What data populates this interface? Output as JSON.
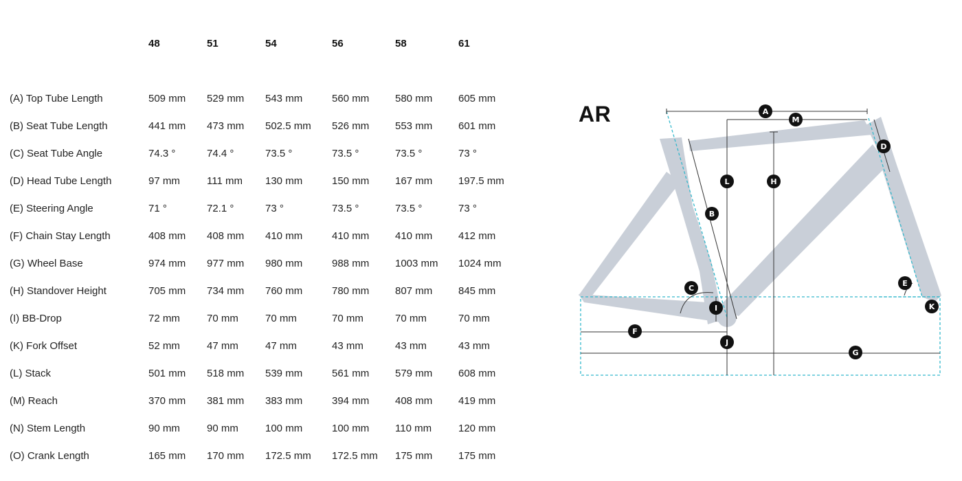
{
  "table": {
    "sizes": [
      "48",
      "51",
      "54",
      "56",
      "58",
      "61"
    ],
    "rows": [
      {
        "label": "(A) Top Tube Length",
        "values": [
          "509 mm",
          "529 mm",
          "543 mm",
          "560 mm",
          "580 mm",
          "605 mm"
        ]
      },
      {
        "label": "(B) Seat Tube Length",
        "values": [
          "441 mm",
          "473 mm",
          "502.5 mm",
          "526 mm",
          "553 mm",
          "601 mm"
        ]
      },
      {
        "label": "(C) Seat Tube Angle",
        "values": [
          "74.3 °",
          "74.4 °",
          "73.5 °",
          "73.5 °",
          "73.5 °",
          "73 °"
        ]
      },
      {
        "label": "(D) Head Tube Length",
        "values": [
          "97 mm",
          "111 mm",
          "130 mm",
          "150 mm",
          "167 mm",
          "197.5 mm"
        ]
      },
      {
        "label": "(E) Steering Angle",
        "values": [
          "71 °",
          "72.1 °",
          "73 °",
          "73.5 °",
          "73.5 °",
          "73 °"
        ]
      },
      {
        "label": "(F) Chain Stay Length",
        "values": [
          "408 mm",
          "408 mm",
          "410 mm",
          "410 mm",
          "410 mm",
          "412 mm"
        ]
      },
      {
        "label": "(G) Wheel Base",
        "values": [
          "974 mm",
          "977 mm",
          "980 mm",
          "988 mm",
          "1003 mm",
          "1024 mm"
        ]
      },
      {
        "label": "(H) Standover Height",
        "values": [
          "705 mm",
          "734 mm",
          "760 mm",
          "780 mm",
          "807 mm",
          "845 mm"
        ]
      },
      {
        "label": "(I) BB-Drop",
        "values": [
          "72 mm",
          "70 mm",
          "70 mm",
          "70 mm",
          "70 mm",
          "70 mm"
        ]
      },
      {
        "label": "(K) Fork Offset",
        "values": [
          "52 mm",
          "47 mm",
          "47 mm",
          "43 mm",
          "43 mm",
          "43 mm"
        ]
      },
      {
        "label": "(L) Stack",
        "values": [
          "501 mm",
          "518 mm",
          "539 mm",
          "561 mm",
          "579 mm",
          "608 mm"
        ]
      },
      {
        "label": "(M) Reach",
        "values": [
          "370 mm",
          "381 mm",
          "383 mm",
          "394 mm",
          "408 mm",
          "419 mm"
        ]
      },
      {
        "label": "(N) Stem Length",
        "values": [
          "90 mm",
          "90 mm",
          "100 mm",
          "100 mm",
          "110 mm",
          "120 mm"
        ]
      },
      {
        "label": "(O) Crank Length",
        "values": [
          "165 mm",
          "170 mm",
          "172.5 mm",
          "172.5 mm",
          "175 mm",
          "175 mm"
        ]
      }
    ]
  },
  "diagram": {
    "model_name": "AR",
    "markers": [
      "A",
      "M",
      "D",
      "L",
      "H",
      "B",
      "C",
      "E",
      "I",
      "K",
      "F",
      "J",
      "G"
    ],
    "colors": {
      "frame": "#c9cfd8",
      "guide": "#33b8cc",
      "line": "#333333",
      "marker": "#111111"
    }
  }
}
